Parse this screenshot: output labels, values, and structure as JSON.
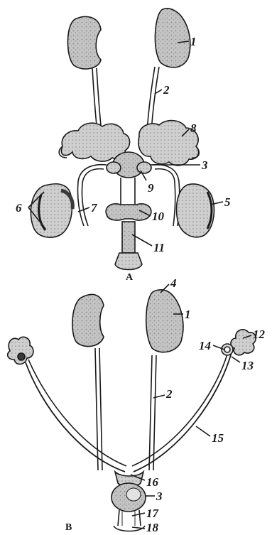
{
  "figure": {
    "panel_a": {
      "caption": "A",
      "labels": [
        "1",
        "2",
        "8",
        "3",
        "9",
        "10",
        "5",
        "6",
        "7",
        "11"
      ]
    },
    "panel_b": {
      "caption": "B",
      "labels": [
        "4",
        "1",
        "12",
        "14",
        "13",
        "2",
        "15",
        "16",
        "3",
        "17",
        "18"
      ]
    }
  },
  "colors": {
    "ink": "#1a1a1a",
    "organ_fill": "#b9b9b9",
    "background": "#ffffff"
  }
}
